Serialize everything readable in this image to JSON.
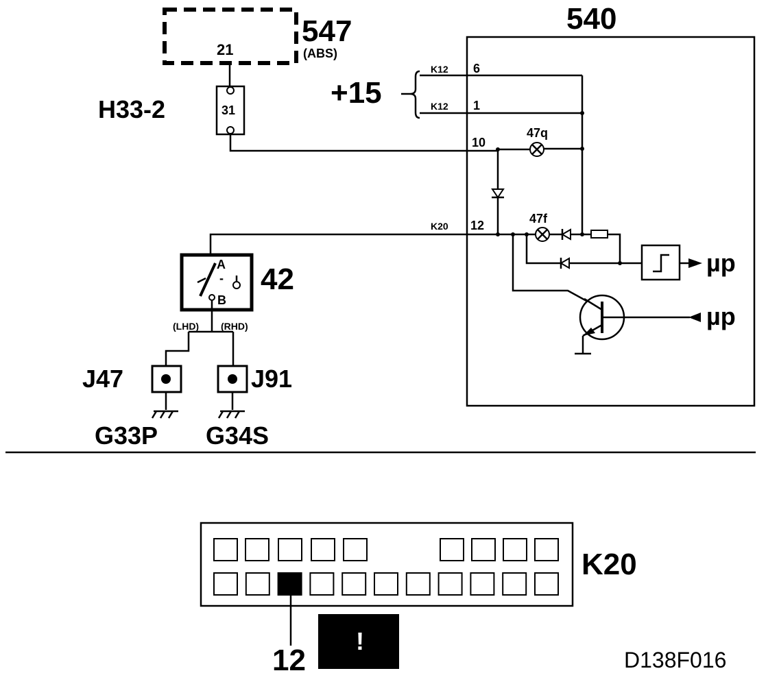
{
  "labels": {
    "module_547": "547",
    "module_547_sub": "(ABS)",
    "module_547_pin": "21",
    "module_540": "540",
    "connector_h33": "H33-2",
    "connector_h33_pin": "31",
    "supply": "+15",
    "k12_a": "K12",
    "k12_a_pin": "6",
    "k12_b": "K12",
    "k12_b_pin": "1",
    "pin_10": "10",
    "lamp_47q": "47q",
    "k20_small": "K20",
    "pin_12": "12",
    "lamp_47f": "47f",
    "mu_p_1": "µp",
    "mu_p_2": "µp",
    "switch_42": "42",
    "switch_a": "A",
    "switch_b": "B",
    "lhd": "(LHD)",
    "rhd": "(RHD)",
    "j47": "J47",
    "j91": "J91",
    "g33p": "G33P",
    "g34s": "G34S",
    "k20_big": "K20",
    "k20_pin_big": "12",
    "warning_glyph": "!",
    "figure_code": "D138F016"
  },
  "connector_k20": {
    "top_row_slots": 9,
    "bottom_row_slots": 11,
    "highlighted_bottom_index": 2
  }
}
